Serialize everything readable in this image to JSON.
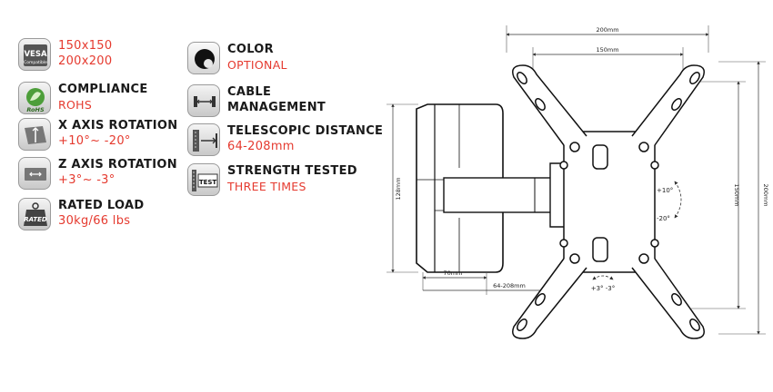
{
  "specs_left": [
    {
      "id": "vesa",
      "icon_text": [
        "VESA",
        "Compatible"
      ],
      "lines": [
        "150x150",
        "200x200"
      ]
    },
    {
      "id": "compliance",
      "icon_text": [
        "RoHS"
      ],
      "label": "COMPLIANCE",
      "value": "ROHS"
    },
    {
      "id": "x-rotation",
      "label": "X AXIS ROTATION",
      "value": "+10°~ -20°"
    },
    {
      "id": "z-rotation",
      "label": "Z AXIS ROTATION",
      "value": "+3°~ -3°"
    },
    {
      "id": "rated-load",
      "icon_text": [
        "RATED"
      ],
      "label": "RATED LOAD",
      "value": "30kg/66 lbs"
    }
  ],
  "specs_right": [
    {
      "id": "color",
      "label": "COLOR",
      "value": "OPTIONAL"
    },
    {
      "id": "cable",
      "label_lines": [
        "CABLE",
        "MANAGEMENT"
      ]
    },
    {
      "id": "telescopic",
      "label": "TELESCOPIC DISTANCE",
      "value": "64-208mm"
    },
    {
      "id": "strength",
      "icon_text": [
        "TEST"
      ],
      "label": "STRENGTH TESTED",
      "value": "THREE TIMES"
    }
  ],
  "dimensions": {
    "width_outer": "200mm",
    "width_inner": "150mm",
    "height_inner": "150mm",
    "height_outer": "200mm",
    "wall_height": "128mm",
    "arm_depth_min": "70mm",
    "arm_range": "64-208mm",
    "tilt_up": "+10°",
    "tilt_down": "-20°",
    "swivel": "+3° -3°"
  },
  "colors": {
    "label": "#1a1a1a",
    "accent": "#e53a2f",
    "line": "#333333"
  }
}
